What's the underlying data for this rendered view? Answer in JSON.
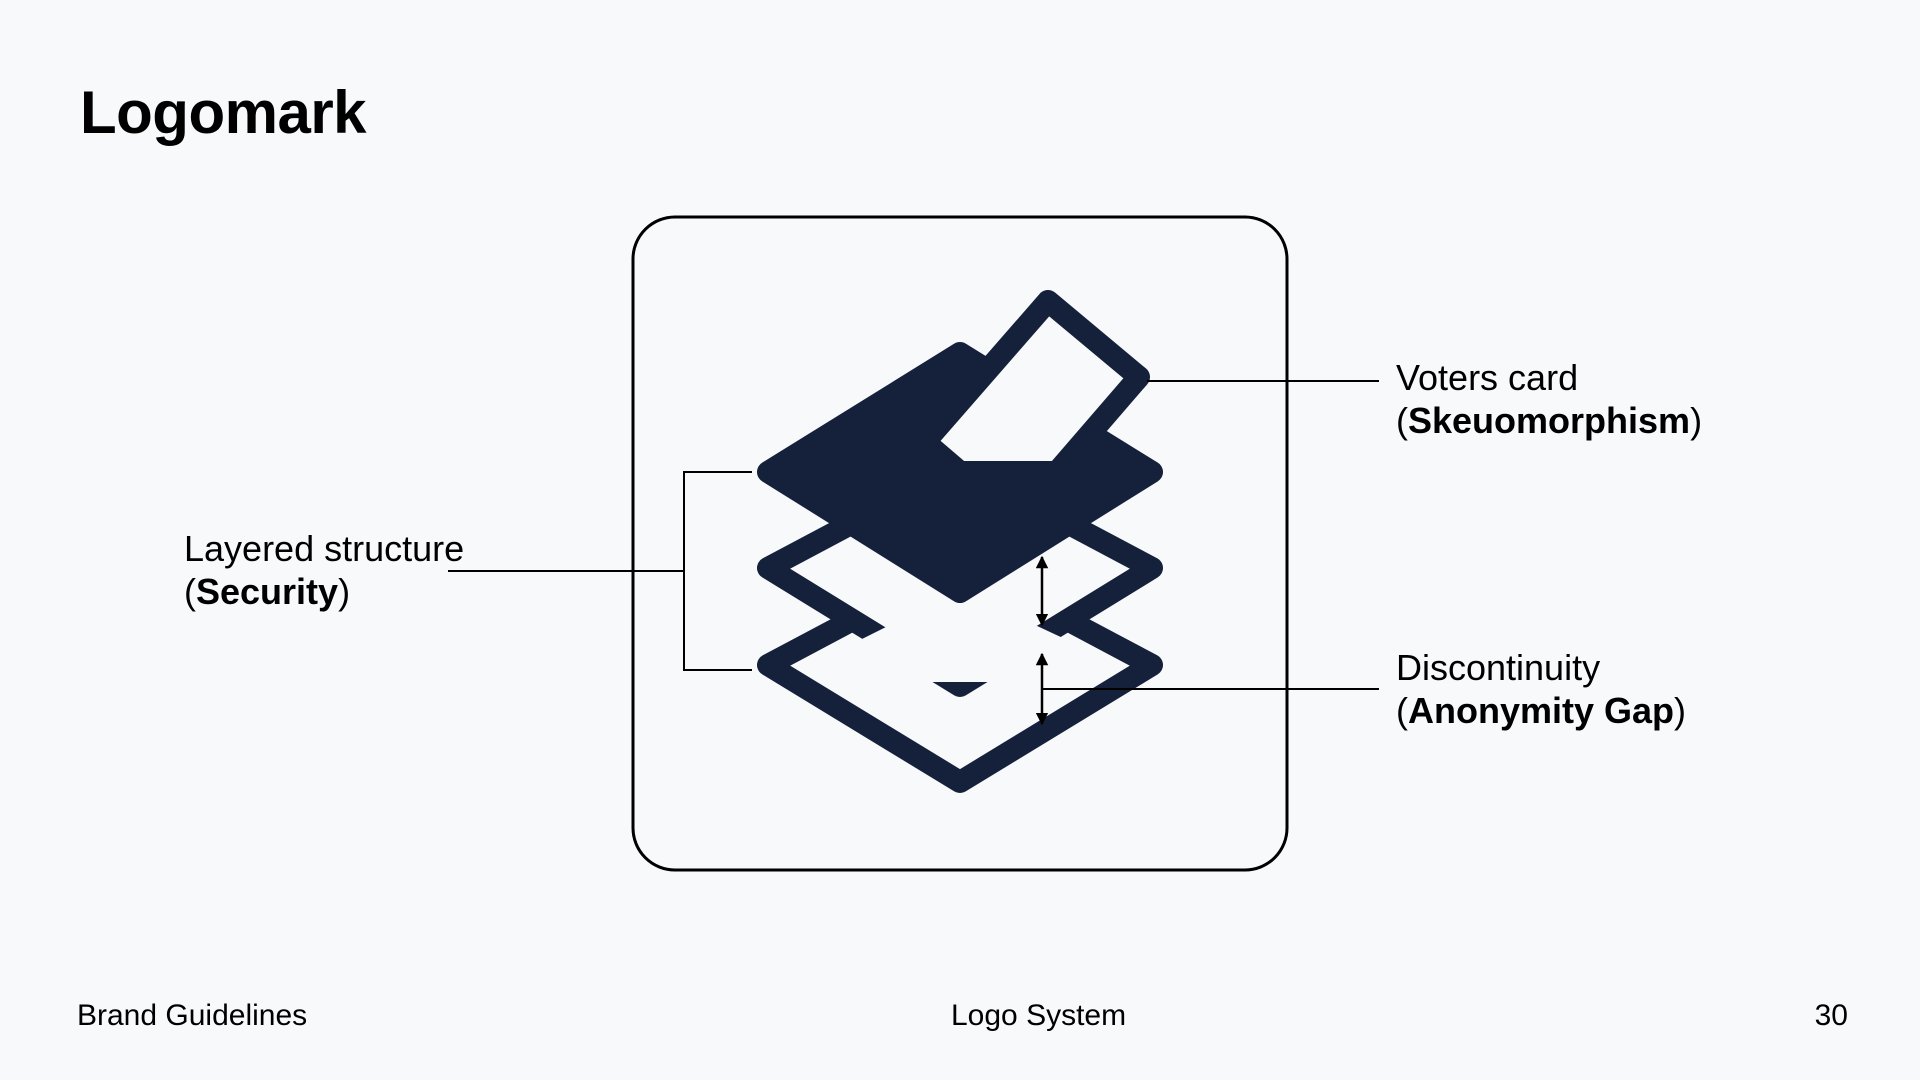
{
  "slide": {
    "title": "Logomark"
  },
  "callouts": {
    "layered_structure": {
      "line1": "Layered structure",
      "paren_open": "(",
      "bold": "Security",
      "paren_close": ")"
    },
    "voters_card": {
      "line1": "Voters card",
      "paren_open": "(",
      "bold": "Skeuomorphism",
      "paren_close": ")"
    },
    "discontinuity": {
      "line1": "Discontinuity",
      "paren_open": "(",
      "bold": "Anonymity Gap",
      "paren_close": ")"
    }
  },
  "colors": {
    "background": "#f8f9fb",
    "logo_navy": "#15213b",
    "line": "#000000"
  },
  "footer": {
    "left": "Brand Guidelines",
    "center": "Logo System",
    "page_number": "30"
  }
}
